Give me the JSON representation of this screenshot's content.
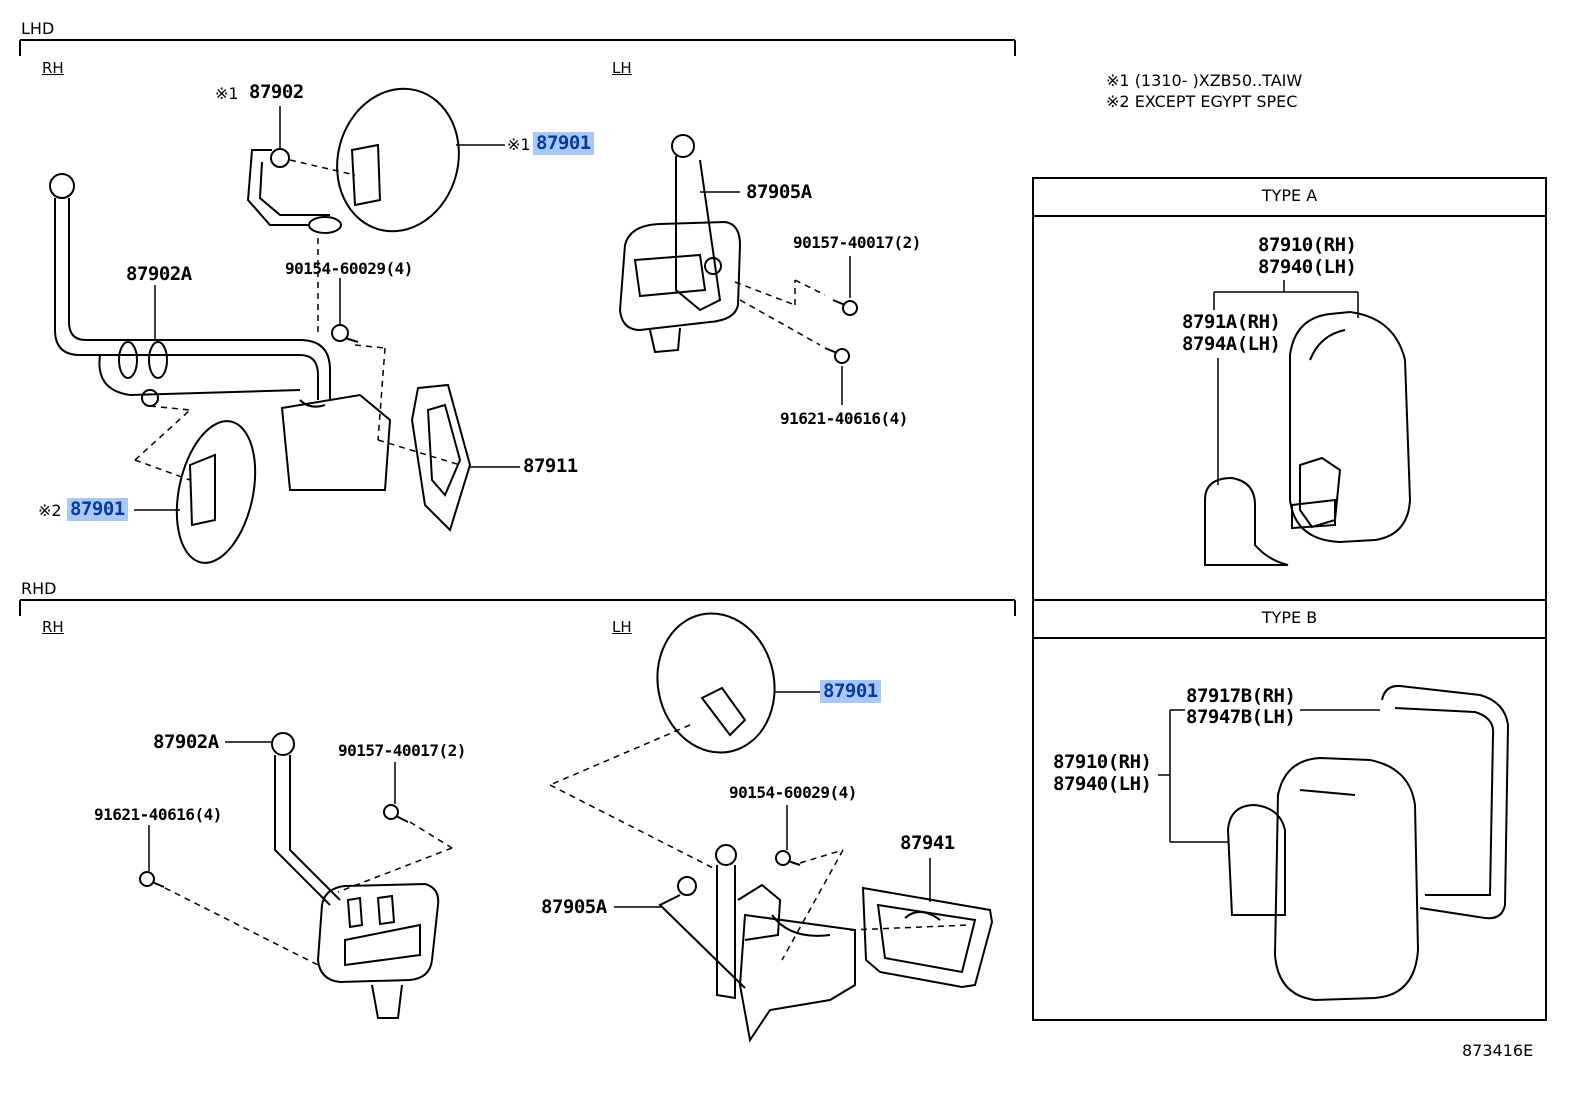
{
  "sections": {
    "lhd": "LHD",
    "rhd": "RHD"
  },
  "sides": {
    "rh": "RH",
    "lh": "LH"
  },
  "notes": [
    {
      "mark": "※1",
      "text": "(1310-       )XZB50..TAIW"
    },
    {
      "mark": "※2",
      "text": "EXCEPT EGYPT SPEC"
    }
  ],
  "marks": {
    "m1": "※1",
    "m2": "※2"
  },
  "parts": {
    "p87902": "87902",
    "p87901": "87901",
    "p87902A": "87902A",
    "p90154": "90154-60029(4)",
    "p87911": "87911",
    "p87905A": "87905A",
    "p90157": "90157-40017(2)",
    "p91621": "91621-40616(4)",
    "p87941": "87941",
    "p87910": "87910(RH)",
    "p87940": "87940(LH)",
    "p8791A": "8791A(RH)",
    "p8794A": "8794A(LH)",
    "p87917B": "87917B(RH)",
    "p87947B": "87947B(LH)"
  },
  "types": {
    "a": "TYPE A",
    "b": "TYPE B"
  },
  "diagram_id": "873416E",
  "colors": {
    "highlight_bg": "#a9c9f5",
    "highlight_text": "#0b3a9e",
    "line": "#000000"
  }
}
